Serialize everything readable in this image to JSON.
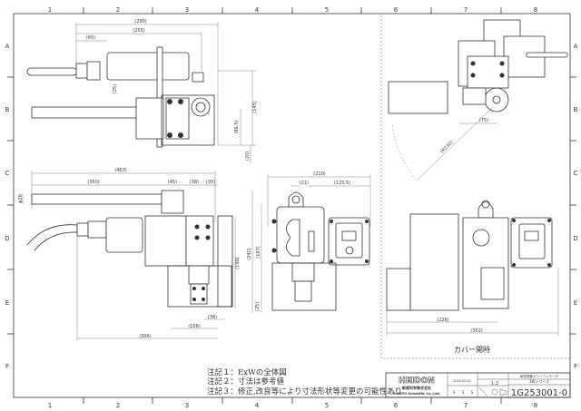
{
  "grid": {
    "columns": [
      "1",
      "2",
      "3",
      "4",
      "5",
      "6",
      "7",
      "8"
    ],
    "rows": [
      "A",
      "B",
      "C",
      "D",
      "E",
      "F"
    ]
  },
  "top_view": {
    "dims": [
      "(290)",
      "(255)",
      "(65)",
      "(145)",
      "(86.5)",
      "(20)",
      "(25)"
    ]
  },
  "front_view": {
    "dims": [
      "(463)",
      "(350)",
      "(45)",
      "(38)",
      "(30)",
      "φ20",
      "(190)",
      "(38)",
      "(106)",
      "(306)"
    ]
  },
  "side_view": {
    "dims": [
      "(210)",
      "(21)",
      "(125.5)",
      "(242)",
      "(197)",
      "(25)"
    ]
  },
  "cover_open_view": {
    "dims": [
      "(75)",
      "(R230)",
      "(226)",
      "(352)"
    ],
    "caption": "カバー開時"
  },
  "notes": [
    "注記１：ExWの全体図",
    "注記２：寸法は参考値",
    "注記３：修正,改良等により寸法形状等変更の可能性あり"
  ],
  "title_block": {
    "logo": "HEIDON",
    "company_jp": "新東科学株式会社",
    "company_en": "SHINTO Scientific Co.,Ltd.",
    "date": "2015.09.11",
    "scale": "1:2",
    "approvals": [
      "S",
      "S",
      "S"
    ],
    "product": "新型振動スリーワンモータ",
    "series": "3Wシリーズ",
    "drawing_no": "1G253001-0"
  }
}
